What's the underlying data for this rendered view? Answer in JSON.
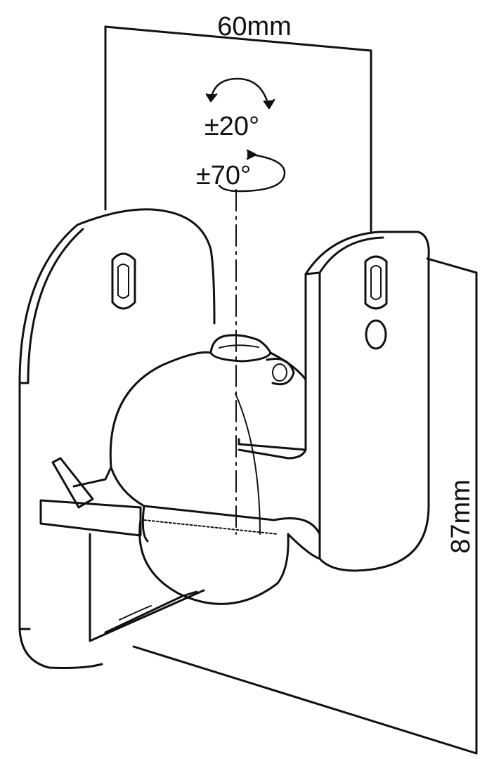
{
  "dimensions": {
    "width_label": "60mm",
    "height_label": "87mm"
  },
  "rotation": {
    "tilt_label": "±20°",
    "swivel_label": "±70°"
  },
  "colors": {
    "line": "#111111",
    "background": "#ffffff"
  }
}
